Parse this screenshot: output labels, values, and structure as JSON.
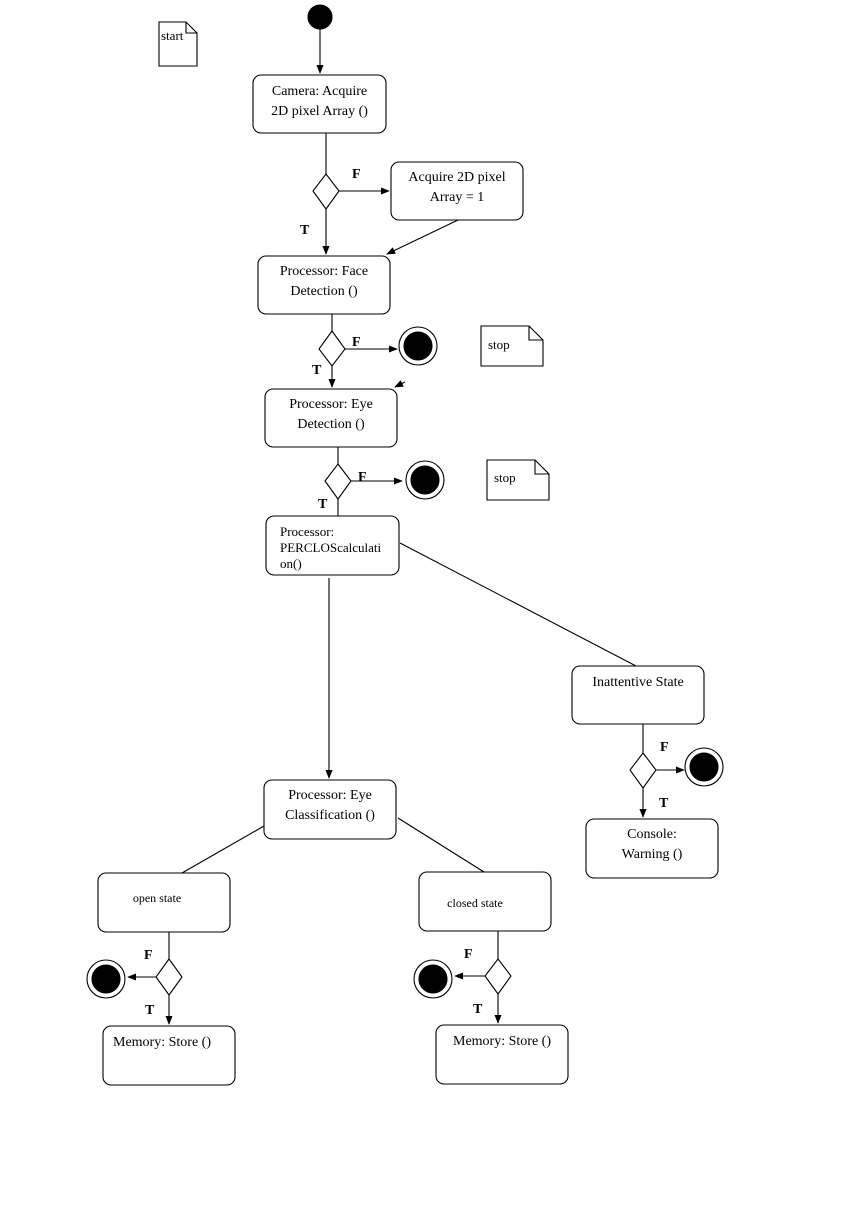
{
  "nodes": {
    "camera": "Camera: Acquire\n2D pixel Array ()",
    "acquire": "Acquire 2D pixel\nArray = 1",
    "face": "Processor: Face\nDetection ()",
    "eye_detect": "Processor: Eye\nDetection ()",
    "perclos": "Processor:\nPERCLOScalculati\non()",
    "inattentive": "Inattentive State",
    "console": "Console:\nWarning ()",
    "eye_class": "Processor: Eye\nClassification ()",
    "open": "open state",
    "closed": "closed state",
    "mem_left": "Memory: Store ()",
    "mem_right": "Memory: Store ()"
  },
  "notes": {
    "start": "start",
    "stop1": "stop",
    "stop2": "stop"
  },
  "guards": {
    "false": "F",
    "true": "T"
  }
}
